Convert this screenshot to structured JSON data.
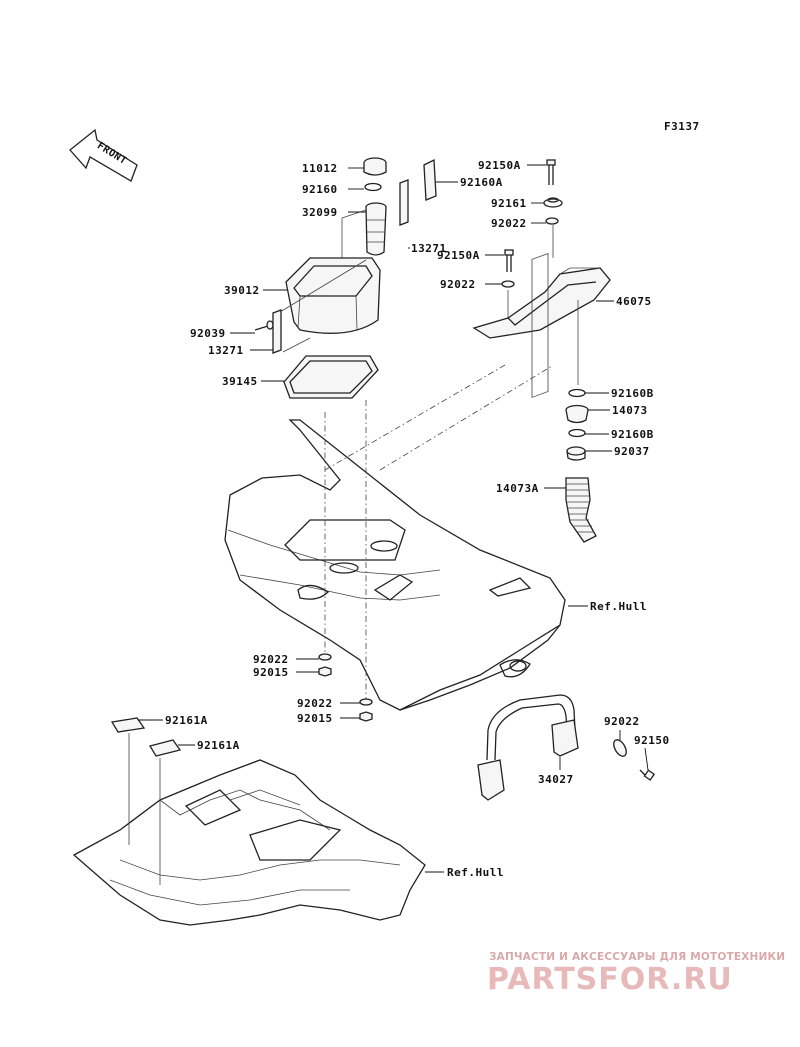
{
  "diagram_code": "F3137",
  "front_label": "FRONT",
  "labels": {
    "p11012": "11012",
    "p92160": "92160",
    "p32099": "32099",
    "p13271a": "13271",
    "p39012": "39012",
    "p92039": "92039",
    "p13271b": "13271",
    "p39145": "39145",
    "p92150A_1": "92150A",
    "p92160A": "92160A",
    "p92161": "92161",
    "p92022_1": "92022",
    "p92150A_2": "92150A",
    "p92022_2": "92022",
    "p46075": "46075",
    "p92160B_1": "92160B",
    "p14073": "14073",
    "p92160B_2": "92160B",
    "p92037": "92037",
    "p14073A": "14073A",
    "refhull_1": "Ref.Hull",
    "p92022_3": "92022",
    "p92015_1": "92015",
    "p92022_4": "92022",
    "p92015_2": "92015",
    "p92161A_1": "92161A",
    "p92161A_2": "92161A",
    "p92022_5": "92022",
    "p92150": "92150",
    "p34027": "34027",
    "refhull_2": "Ref.Hull"
  },
  "watermark": {
    "tagline": "ЗАПЧАСТИ И АКСЕССУАРЫ ДЛЯ МОТОТЕХНИКИ",
    "brand": "PARTSFOR.RU"
  }
}
